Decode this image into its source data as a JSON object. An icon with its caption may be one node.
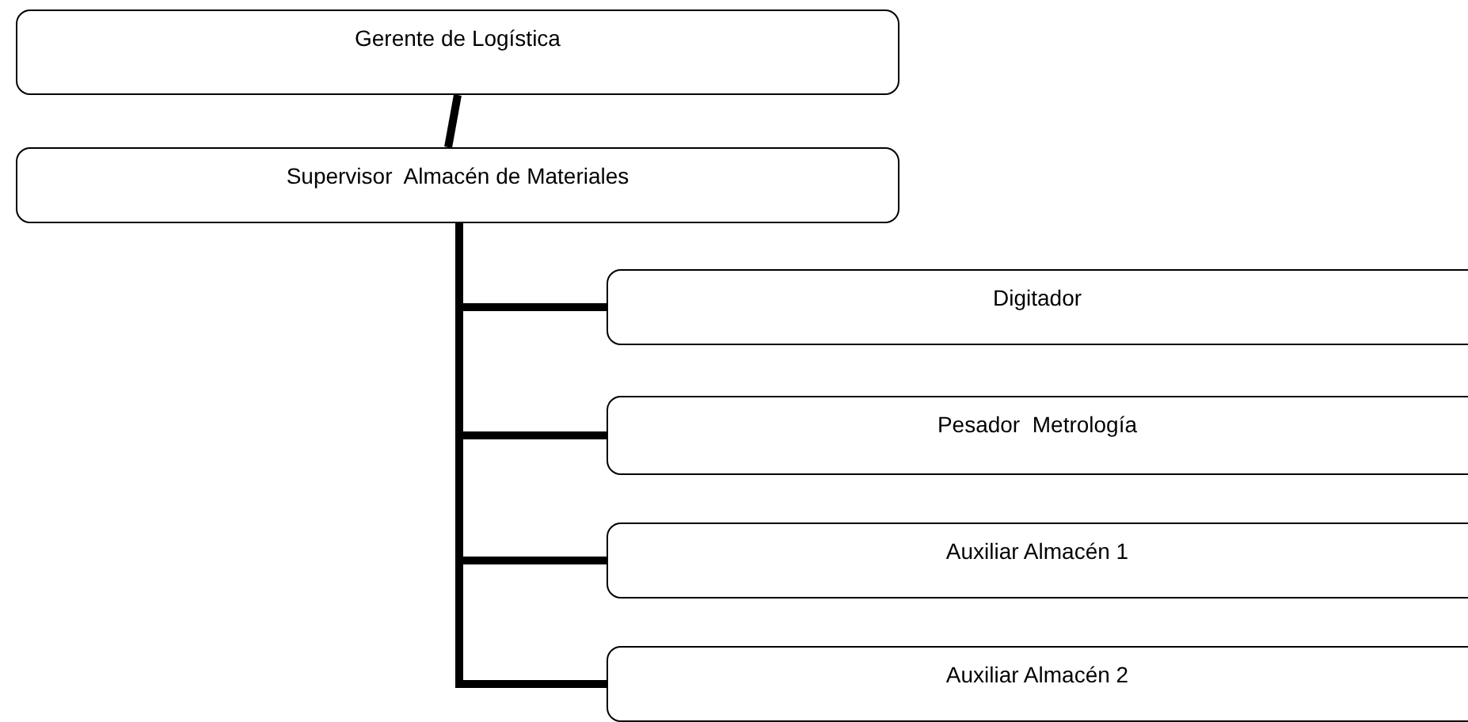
{
  "diagram": {
    "nodes": [
      {
        "text": [
          "Gerente de Logística"
        ]
      },
      {
        "text": [
          "Supervisor  Almacén de Materiales"
        ]
      },
      {
        "text": [
          "Digitador"
        ]
      },
      {
        "text": [
          "Pesador  Metrología"
        ]
      },
      {
        "text": [
          "Auxiliar Almacén 1"
        ]
      },
      {
        "text": [
          "Auxiliar Almacén 2"
        ]
      }
    ],
    "edges": [
      {
        "from": 0,
        "to": 1,
        "arrow": "none"
      },
      {
        "from": 1,
        "to": 2,
        "arrow": "none"
      },
      {
        "from": 1,
        "to": 3,
        "arrow": "none"
      },
      {
        "from": 1,
        "to": 4,
        "arrow": "none"
      },
      {
        "from": 1,
        "to": 5,
        "arrow": "none"
      }
    ]
  }
}
